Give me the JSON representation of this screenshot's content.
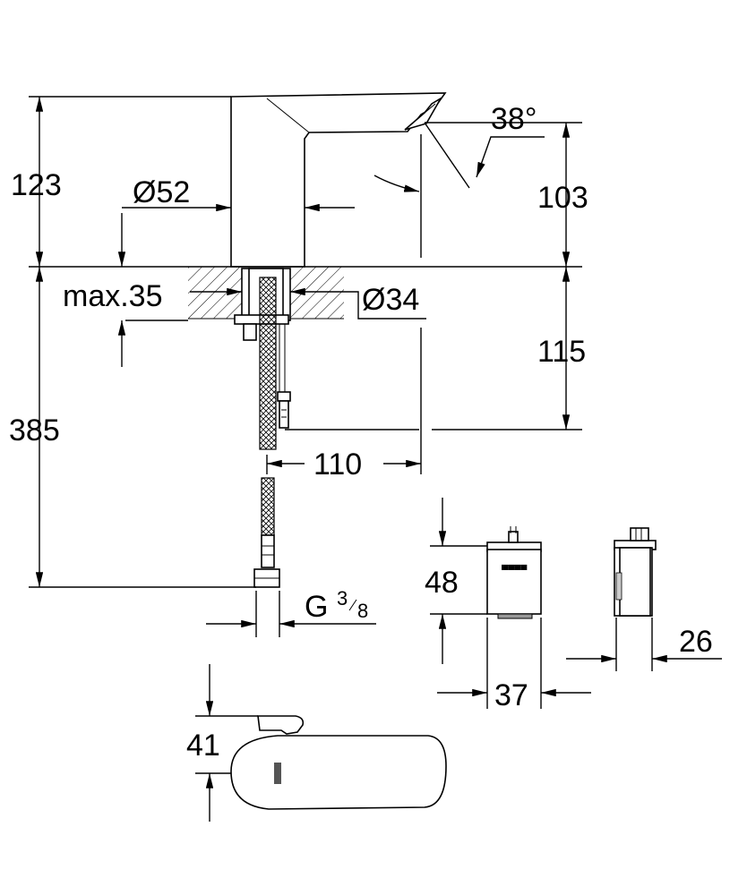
{
  "drawing": {
    "colors": {
      "line": "#000000",
      "background": "#ffffff",
      "fill_light": "#d9d9d9"
    },
    "dimensions": {
      "faucet_height": "123",
      "spout_base_diameter": "Ø52",
      "spout_angle": "38°",
      "spout_height": "103",
      "max_deck_thickness": "max.35",
      "hole_diameter": "Ø34",
      "box_depth": "115",
      "overall_height": "385",
      "spout_reach": "110",
      "thread": {
        "main": "G",
        "num": "3",
        "den": "8"
      },
      "box_height": "48",
      "box_width": "37",
      "box_side_depth": "26",
      "top_view_height": "41"
    }
  }
}
